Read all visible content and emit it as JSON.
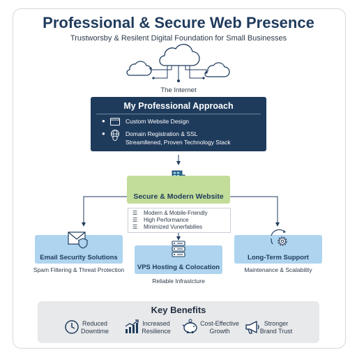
{
  "header": {
    "title": "Professional & Secure Web Presence",
    "subtitle": "Trustworsby & Resilent Digital Foundation for Small Businesses"
  },
  "internet": {
    "label": "The Internet",
    "icon": "cloud-network-icon"
  },
  "approach": {
    "title": "My Professional Approach",
    "items": [
      {
        "icon": "browser-window-icon",
        "text": "Custom Website Design"
      },
      {
        "icon": "globe-shield-icon",
        "text": "Domain Registration & SSL"
      },
      {
        "icon": "",
        "text": "Streamllened, Proven Technology Stack"
      }
    ]
  },
  "secure_site": {
    "title": "Secure & Modern Website",
    "icon": "building-icon",
    "features": [
      "Modern & Mobile-Friendly",
      "High Performance",
      "Minimized Vunerfabilies"
    ]
  },
  "email": {
    "title": "Email Security Solutions",
    "caption": "Spam Filtering & Threat Protection",
    "icon": "envelope-shield-icon"
  },
  "hosting": {
    "title": "VPS Hosting & Colocation",
    "caption": "Reliable Infrastcture",
    "icon": "server-icon"
  },
  "support": {
    "title": "Long-Term Support",
    "caption": "Maintenance & Scalability",
    "icon": "gear-cycle-icon"
  },
  "benefits": {
    "title": "Key Benefits",
    "items": [
      {
        "icon": "clock-icon",
        "line1": "Reduced",
        "line2": "Downtime"
      },
      {
        "icon": "growth-chart-icon",
        "line1": "Increased",
        "line2": "Resilience"
      },
      {
        "icon": "piggy-bank-icon",
        "line1": "Cost-Effective",
        "line2": "Growth"
      },
      {
        "icon": "megaphone-icon",
        "line1": "Stronger",
        "line2": "Brand Trust"
      }
    ]
  },
  "colors": {
    "navy": "#1f3b5c",
    "green": "#c2dd99",
    "light_blue": "#aed4ef",
    "benefits_bg": "#e8e9eb"
  }
}
